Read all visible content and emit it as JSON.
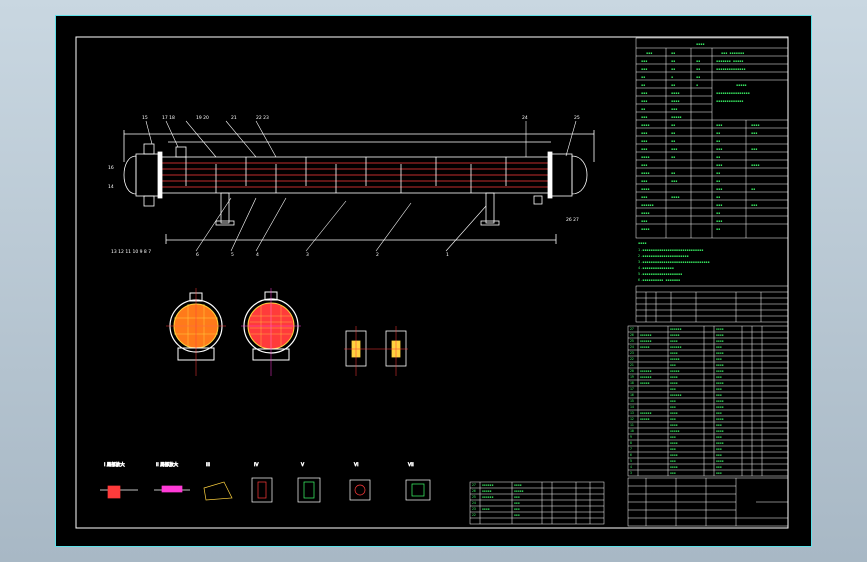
{
  "drawing": {
    "frame_color": "#5fe0e8",
    "line_color": "#ffffff",
    "accent_red": "#ff3b3b",
    "accent_green": "#3dff6a",
    "accent_yellow": "#ffd23f",
    "accent_magenta": "#ff3bd7",
    "balloons_top": [
      "15",
      "17",
      "18",
      "19",
      "20",
      "21",
      "22",
      "23",
      "24",
      "25"
    ],
    "balloons_bottom": [
      "13",
      "12",
      "11",
      "10",
      "9",
      "8",
      "7",
      "6",
      "5",
      "4",
      "3",
      "2",
      "1"
    ],
    "balloons_right": [
      "26",
      "27"
    ],
    "balloons_left": [
      "16",
      "14"
    ]
  }
}
